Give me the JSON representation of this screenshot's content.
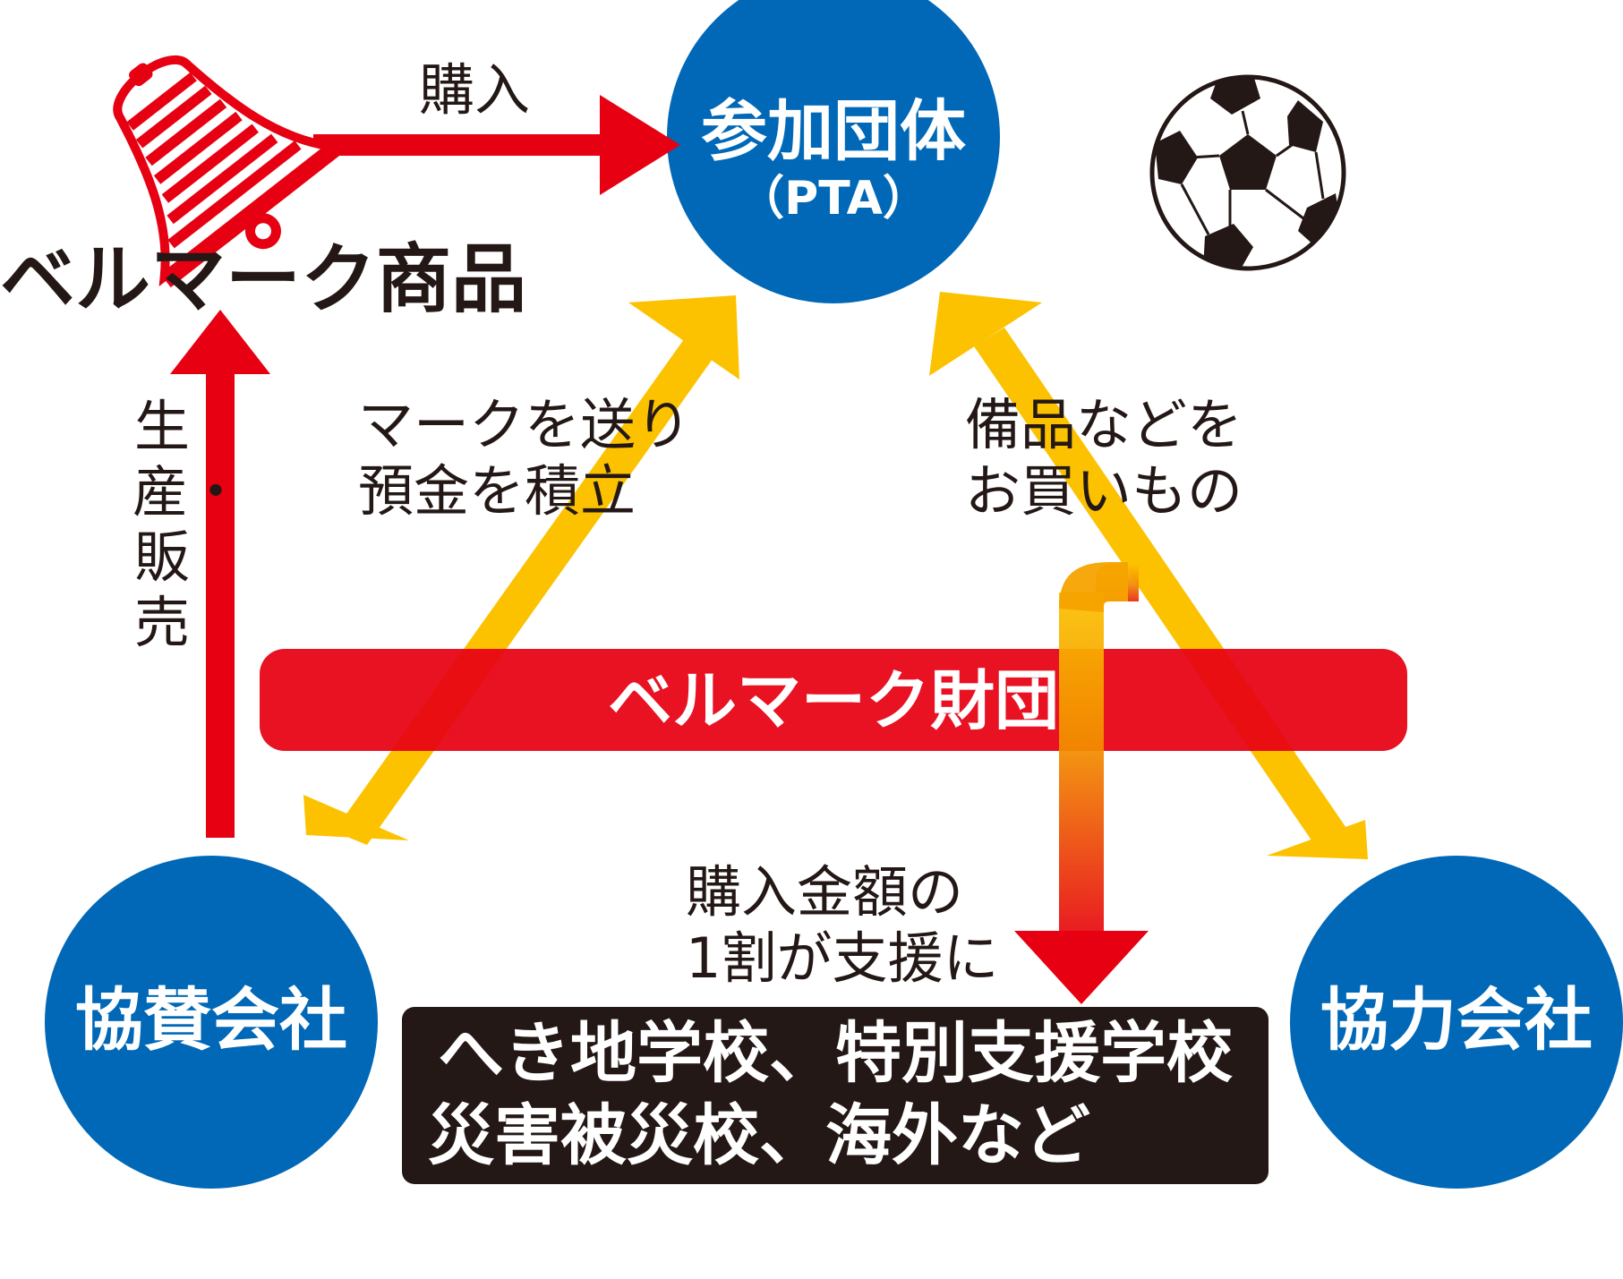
{
  "nodes": {
    "participating": {
      "title": "参加団体",
      "subtitle": "（PTA）"
    },
    "sponsor": {
      "title": "協賛会社"
    },
    "partner": {
      "title": "協力会社"
    },
    "product": {
      "label": "ベルマーク商品"
    },
    "foundation": {
      "label": "ベルマーク財団"
    },
    "beneficiaries": {
      "line1": "へき地学校、特別支援学校",
      "line2": "災害被災校、海外など"
    }
  },
  "edges": {
    "purchase": "購入",
    "produce_sell": "生産・販売",
    "send_marks": {
      "line1": "マークを送り",
      "line2": "預金を積立"
    },
    "buy_goods": {
      "line1": "備品などを",
      "line2": "お買いもの"
    },
    "support": {
      "line1": "購入金額の",
      "line2": "1割が支援に"
    }
  },
  "icons": [
    "bell-icon",
    "soccer-ball-icon"
  ],
  "colors": {
    "blue": "#0068b7",
    "red": "#e60012",
    "yellow": "#fcc200",
    "dark": "#231815"
  }
}
